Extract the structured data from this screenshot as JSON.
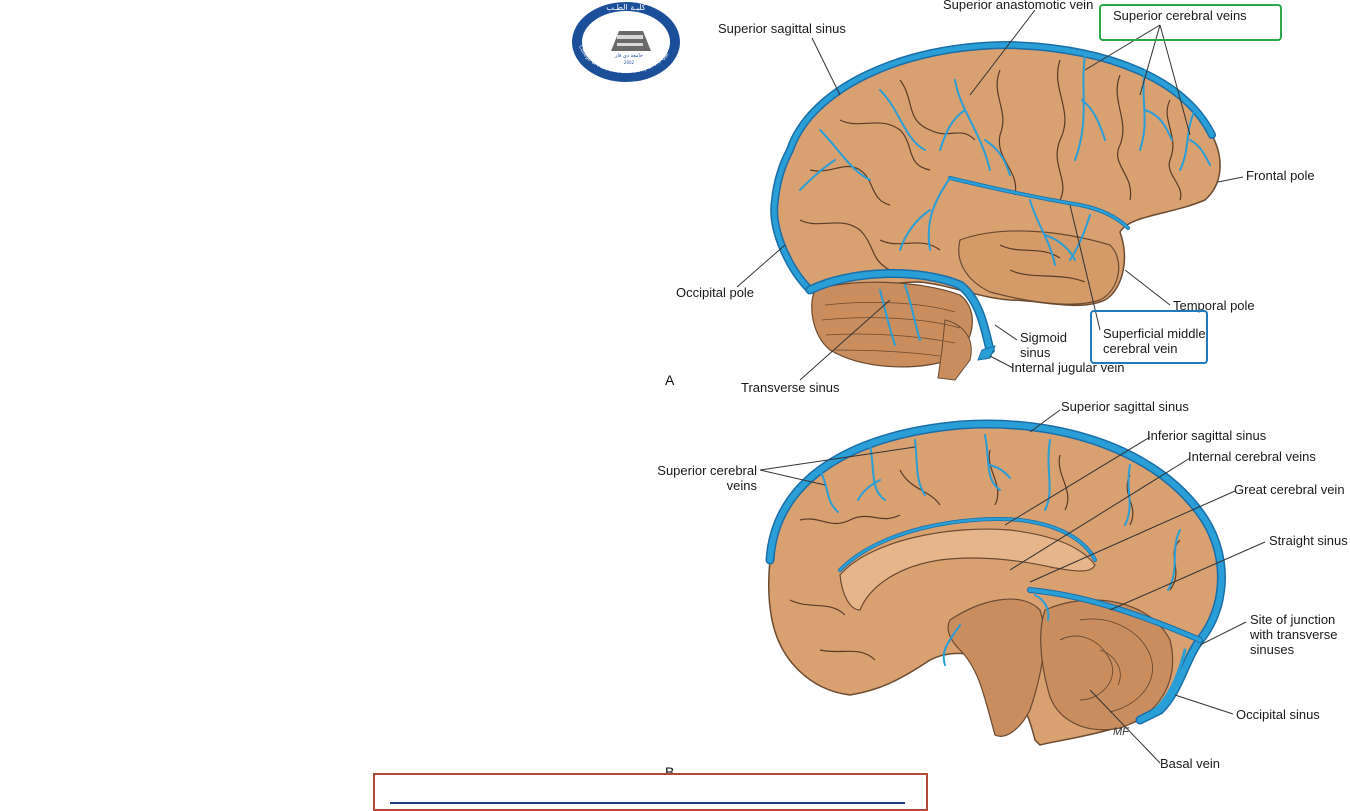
{
  "logo": {
    "top_text": "كليـة الطـب",
    "center_text": "جامعة ذي قار",
    "year": "2002",
    "ring_text": "College of Medicine University of Thi-Qar"
  },
  "figure_a": {
    "letter": "A",
    "labels": {
      "superior_anastomotic_vein": "Superior anastomotic vein",
      "superior_cerebral_veins": "Superior cerebral veins",
      "superior_sagittal_sinus": "Superior sagittal sinus",
      "frontal_pole": "Frontal pole",
      "occipital_pole": "Occipital pole",
      "temporal_pole": "Temporal pole",
      "superficial_middle_cerebral_vein_1": "Superficial middle",
      "superficial_middle_cerebral_vein_2": "cerebral vein",
      "sigmoid_sinus_1": "Sigmoid",
      "sigmoid_sinus_2": "sinus",
      "internal_jugular_vein": "Internal jugular vein",
      "transverse_sinus": "Transverse sinus"
    }
  },
  "figure_b": {
    "letter": "B",
    "labels": {
      "superior_sagittal_sinus": "Superior sagittal sinus",
      "inferior_sagittal_sinus": "Inferior sagittal sinus",
      "internal_cerebral_veins": "Internal cerebral veins",
      "great_cerebral_vein": "Great cerebral vein",
      "straight_sinus": "Straight sinus",
      "superior_cerebral_veins_1": "Superior cerebral",
      "superior_cerebral_veins_2": "veins",
      "site_of_junction_1": "Site of junction",
      "site_of_junction_2": "with transverse",
      "site_of_junction_3": "sinuses",
      "occipital_sinus": "Occipital sinus",
      "basal_vein": "Basal vein",
      "signature": "MF"
    }
  },
  "colors": {
    "brain": "#d9a070",
    "brain_outline": "#6b4a30",
    "sulci": "#5a3c26",
    "vein": "#2a9ed6",
    "vein_dark": "#1a6ea8",
    "highlight_green": "#2aa84a",
    "highlight_blue": "#1f7ac0",
    "bottom_box": "#b5473a",
    "bottom_line": "#1f3f7a"
  }
}
